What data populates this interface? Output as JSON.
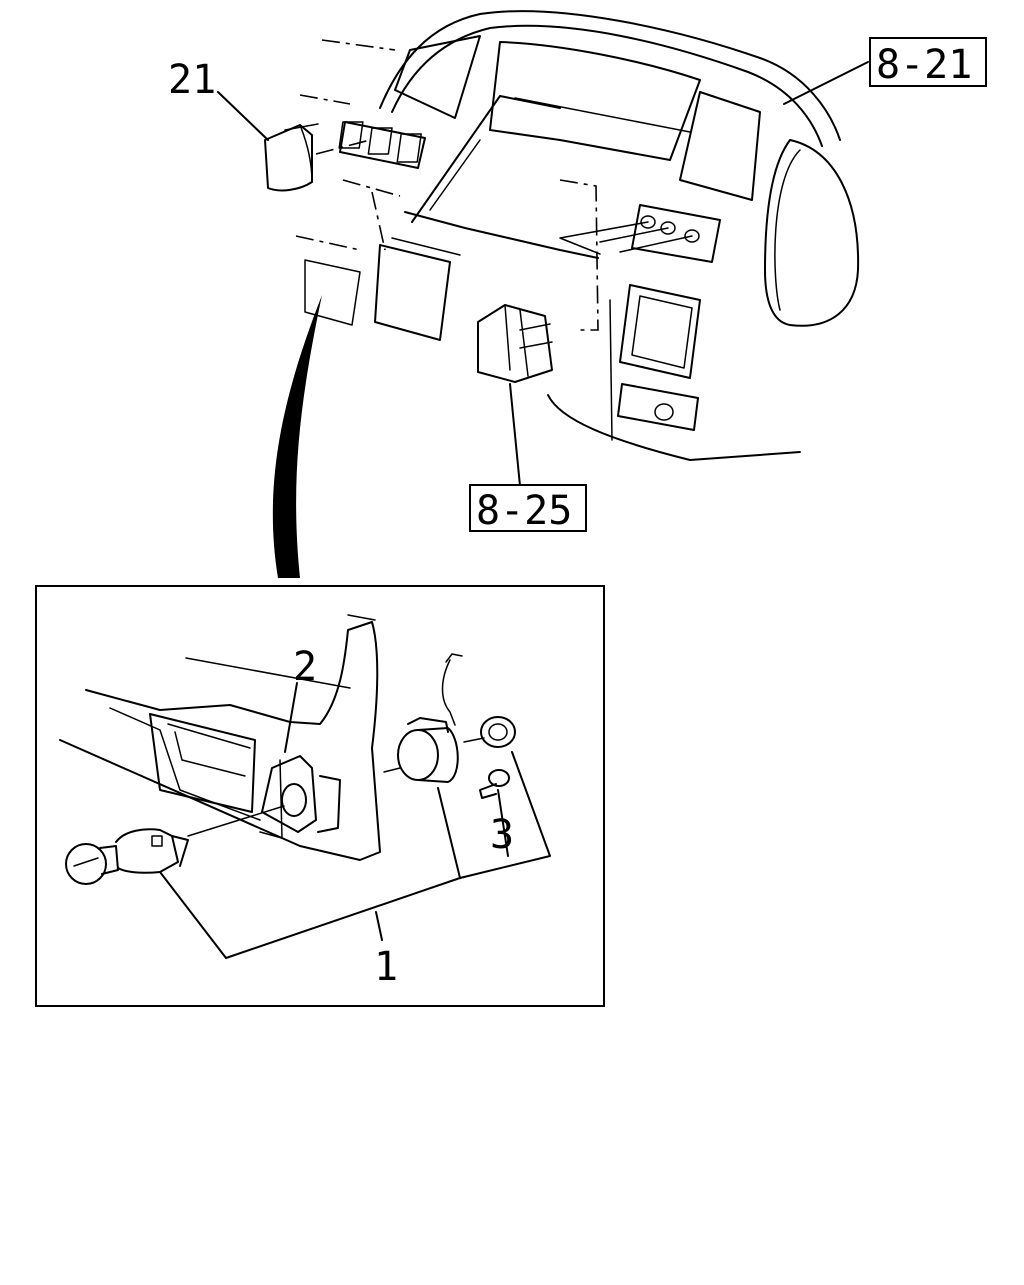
{
  "callouts": {
    "part_21": "21",
    "ref_8_21": "8-21",
    "ref_8_25": "8-25",
    "part_2": "2",
    "part_3": "3",
    "part_1": "1"
  },
  "colors": {
    "line": "#000000",
    "background": "#ffffff"
  }
}
